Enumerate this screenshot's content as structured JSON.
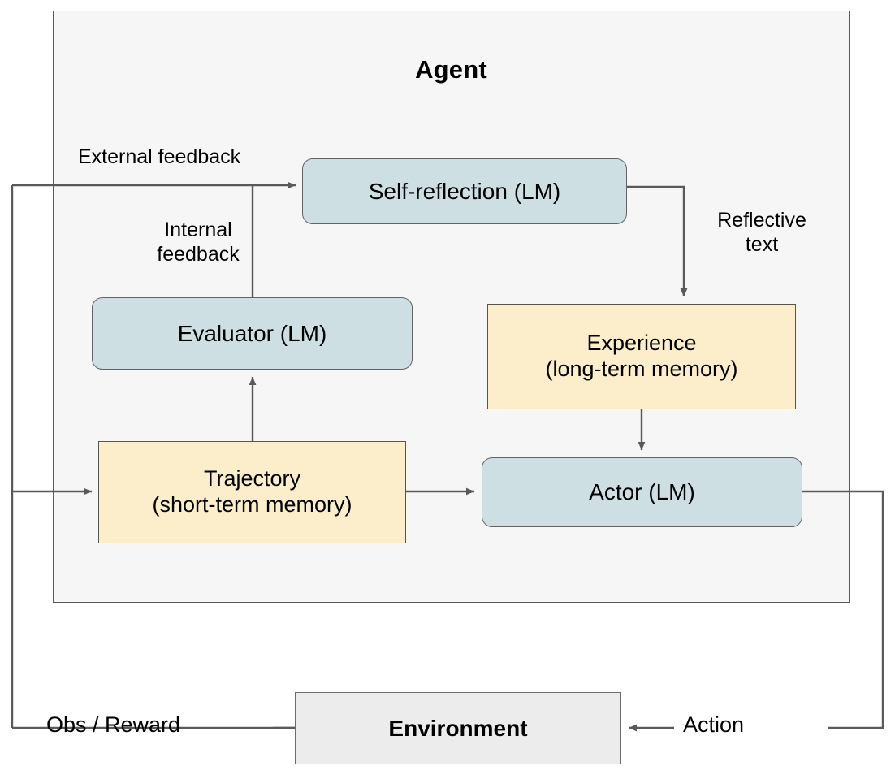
{
  "diagram": {
    "title": "Agent",
    "colors": {
      "agent_background": "#f6f6f6",
      "agent_border": "#5b5b5b",
      "lm_module_fill": "#cedfe4",
      "memory_module_fill": "#fceecb",
      "environment_fill": "#ececec",
      "edge_stroke": "#5a5a5a",
      "text": "#000000"
    },
    "nodes": {
      "self_reflection": {
        "label": "Self-reflection (LM)",
        "kind": "lm-module"
      },
      "evaluator": {
        "label": "Evaluator (LM)",
        "kind": "lm-module"
      },
      "actor": {
        "label": "Actor (LM)",
        "kind": "lm-module"
      },
      "experience": {
        "label_line1": "Experience",
        "label_line2": "(long-term memory)",
        "kind": "memory"
      },
      "trajectory": {
        "label_line1": "Trajectory",
        "label_line2": "(short-term memory)",
        "kind": "memory"
      },
      "environment": {
        "label": "Environment",
        "kind": "environment"
      }
    },
    "edge_labels": {
      "external_feedback": "External feedback",
      "internal_feedback": "Internal\nfeedback",
      "reflective_text": "Reflective\ntext",
      "obs_reward": "Obs / Reward",
      "action": "Action"
    },
    "edges": [
      {
        "from": "environment",
        "to": "self-reflection",
        "label": "External feedback"
      },
      {
        "from": "environment",
        "to": "trajectory",
        "label": "Obs / Reward"
      },
      {
        "from": "evaluator",
        "to": "self-reflection",
        "label": "Internal feedback"
      },
      {
        "from": "trajectory",
        "to": "evaluator",
        "label": ""
      },
      {
        "from": "self-reflection",
        "to": "experience",
        "label": "Reflective text"
      },
      {
        "from": "experience",
        "to": "actor",
        "label": ""
      },
      {
        "from": "trajectory",
        "to": "actor",
        "label": ""
      },
      {
        "from": "actor",
        "to": "environment",
        "label": "Action"
      }
    ]
  }
}
